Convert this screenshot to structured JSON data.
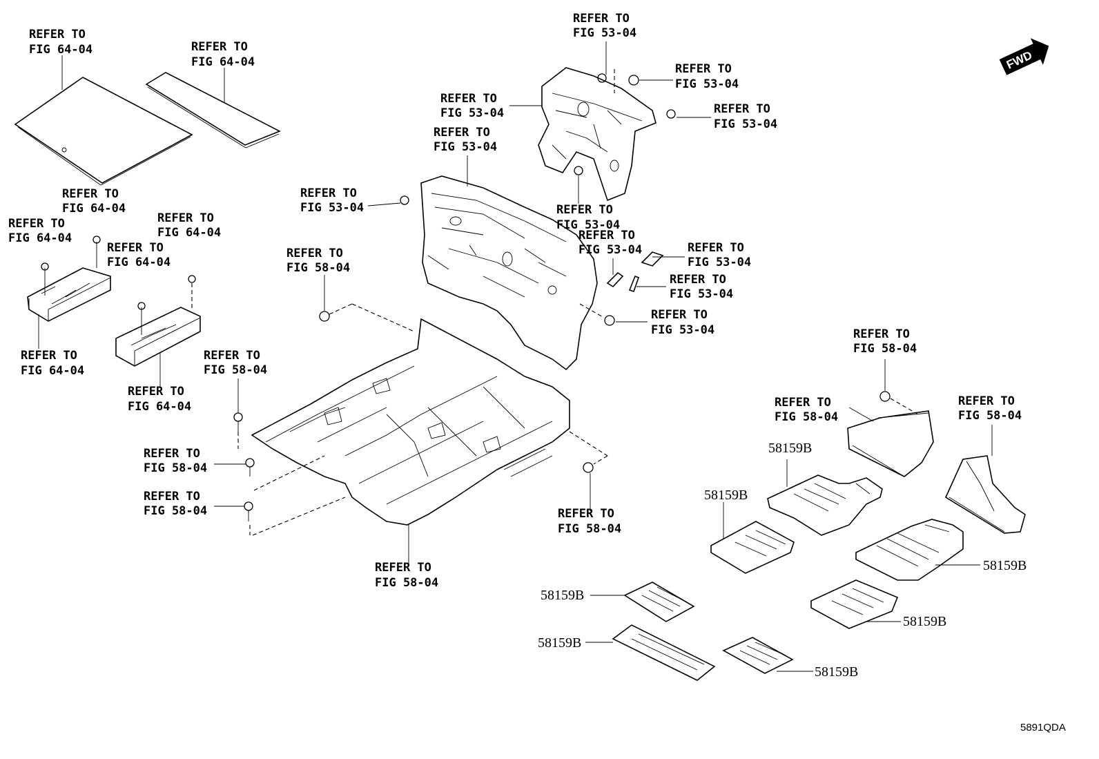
{
  "labels": {
    "refer_to": "REFER TO",
    "fig_64_04": "FIG 64-04",
    "fig_53_04": "FIG 53-04",
    "fig_58_04": "FIG 58-04"
  },
  "part_number": "58159B",
  "fwd_badge": "FWD",
  "diagram_code": "5891QDA"
}
